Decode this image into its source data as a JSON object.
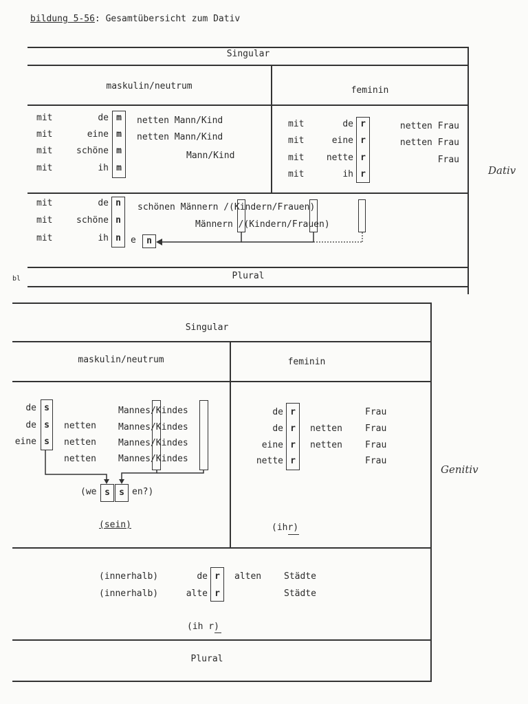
{
  "caption": {
    "prefix": "bildung 5-56",
    "text": ": Gesamtübersicht zum Dativ"
  },
  "dativ": {
    "singular": "Singular",
    "masc": "maskulin/neutrum",
    "fem": "feminin",
    "plural": "Plural",
    "margin_note": "Dativ",
    "m_rows": [
      {
        "p": "mit",
        "a": "de",
        "e": "m",
        "n": "netten Mann/Kind"
      },
      {
        "p": "mit",
        "a": "eine",
        "e": "m",
        "n": "netten Mann/Kind"
      },
      {
        "p": "mit",
        "a": "schöne",
        "e": "m",
        "n": "Mann/Kind"
      },
      {
        "p": "mit",
        "a": "ih",
        "e": "m",
        "n": ""
      }
    ],
    "f_rows": [
      {
        "p": "mit",
        "a": "de",
        "e": "r",
        "n": "netten Frau"
      },
      {
        "p": "mit",
        "a": "eine",
        "e": "r",
        "n": "netten Frau"
      },
      {
        "p": "mit",
        "a": "nette",
        "e": "r",
        "n": "Frau"
      },
      {
        "p": "mit",
        "a": "ih",
        "e": "r",
        "n": ""
      }
    ],
    "pl_rows": [
      {
        "p": "mit",
        "a": "de",
        "e": "n",
        "n": "schönen Männern /(Kindern/Frauen)"
      },
      {
        "p": "mit",
        "a": "schöne",
        "e": "n",
        "n": "Männern /(Kindern/Frauen)"
      },
      {
        "p": "mit",
        "a": "ih",
        "e": "n",
        "n": ""
      }
    ],
    "ihnen_e": "e",
    "ihnen_n": "n"
  },
  "genitiv": {
    "singular": "Singular",
    "masc": "maskulin/neutrum",
    "fem": "feminin",
    "plural": "Plural",
    "margin_note": "Genitiv",
    "m_rows": [
      {
        "a": "de",
        "e": "s",
        "m": "",
        "n": "Mannes/Kindes"
      },
      {
        "a": "de",
        "e": "s",
        "m": "netten",
        "n": "Mannes/Kindes"
      },
      {
        "a": "eine",
        "e": "s",
        "m": "netten",
        "n": "Mannes/Kindes"
      },
      {
        "a": "",
        "e": "",
        "m": "netten",
        "n": "Mannes/Kindes"
      }
    ],
    "wessen": {
      "pre": "(we",
      "s1": "s",
      "s2": "s",
      "post": "en?)"
    },
    "sein": "(sein)",
    "f_rows": [
      {
        "a": "de",
        "e": "r",
        "m": "",
        "n": "Frau"
      },
      {
        "a": "de",
        "e": "r",
        "m": "netten",
        "n": "Frau"
      },
      {
        "a": "eine",
        "e": "r",
        "m": "netten",
        "n": "Frau"
      },
      {
        "a": "nette",
        "e": "r",
        "m": "",
        "n": "Frau"
      }
    ],
    "ihr": "(ihr)",
    "pl_rows": [
      {
        "p": "(innerhalb)",
        "a": "de",
        "e": "r",
        "m": "alten",
        "n": "Städte"
      },
      {
        "p": "(innerhalb)",
        "a": "alte",
        "e": "r",
        "m": "",
        "n": "Städte"
      }
    ],
    "ihr_pl": "(ih r)"
  }
}
